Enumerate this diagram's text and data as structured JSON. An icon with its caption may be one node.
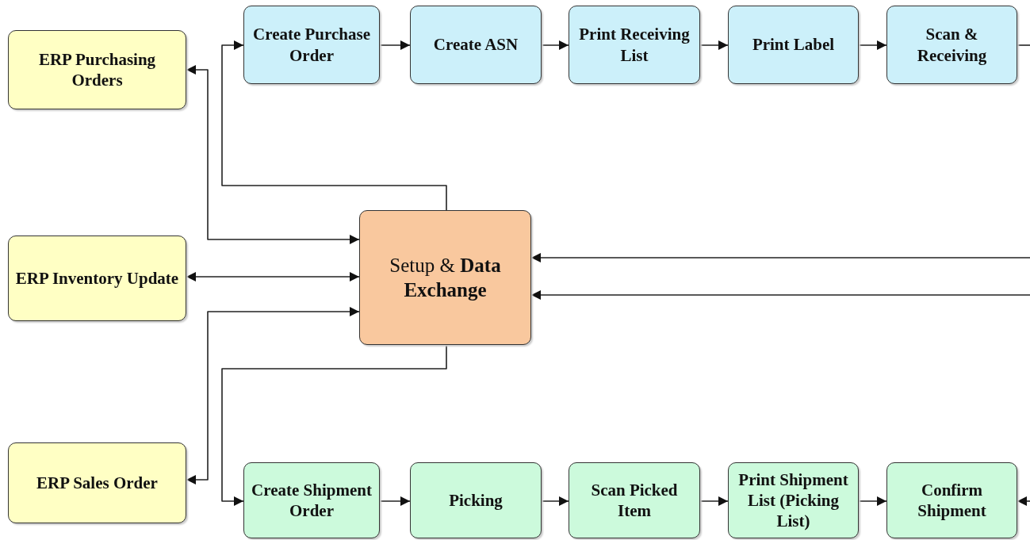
{
  "diagram": {
    "nodes": [
      {
        "text": [
          "ERP Purchasing Orders"
        ]
      },
      {
        "text": [
          "Create Purchase Order"
        ]
      },
      {
        "text": [
          "Create ASN"
        ]
      },
      {
        "text": [
          "Print Receiving List"
        ]
      },
      {
        "text": [
          "Print Label"
        ]
      },
      {
        "text": [
          "Scan & Receiving"
        ]
      },
      {
        "text": [
          "ERP Inventory Update"
        ]
      },
      {
        "text": [
          "Setup & **Data Exchange**"
        ]
      },
      {
        "text": [
          "ERP Sales Order"
        ]
      },
      {
        "text": [
          "Create Shipment Order"
        ]
      },
      {
        "text": [
          "Picking"
        ]
      },
      {
        "text": [
          "Scan Picked Item"
        ]
      },
      {
        "text": [
          "Print Shipment List (Picking List)"
        ]
      },
      {
        "text": [
          "Confirm Shipment"
        ]
      }
    ],
    "edges": [
      {
        "from": 0,
        "to": 7,
        "arrow": "both"
      },
      {
        "from": 6,
        "to": 7,
        "arrow": "both"
      },
      {
        "from": 8,
        "to": 7,
        "arrow": "both"
      },
      {
        "from": 7,
        "to": 1,
        "arrow": "to"
      },
      {
        "from": 1,
        "to": 2,
        "arrow": "to"
      },
      {
        "from": 2,
        "to": 3,
        "arrow": "to"
      },
      {
        "from": 3,
        "to": 4,
        "arrow": "to"
      },
      {
        "from": 4,
        "to": 5,
        "arrow": "to"
      },
      {
        "from": 5,
        "to": null,
        "arrow": "none"
      },
      {
        "from": null,
        "to": 7,
        "arrow": "to"
      },
      {
        "from": null,
        "to": 7,
        "arrow": "to"
      },
      {
        "from": 7,
        "to": 9,
        "arrow": "to"
      },
      {
        "from": 9,
        "to": 10,
        "arrow": "to"
      },
      {
        "from": 10,
        "to": 11,
        "arrow": "to"
      },
      {
        "from": 11,
        "to": 12,
        "arrow": "to"
      },
      {
        "from": 12,
        "to": 13,
        "arrow": "to"
      },
      {
        "from": null,
        "to": 13,
        "arrow": "to"
      }
    ]
  }
}
